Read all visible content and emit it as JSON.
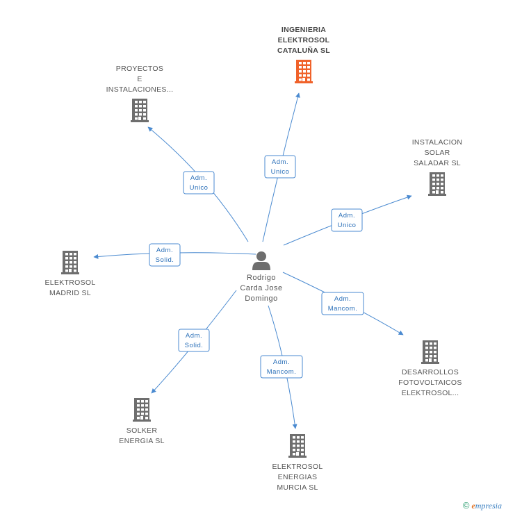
{
  "center": {
    "name_lines": [
      "Rodrigo",
      "Carda Jose",
      "Domingo"
    ],
    "icon": "person-icon"
  },
  "companies": [
    {
      "id": "ingenieria",
      "lines": [
        "INGENIERIA",
        "ELEKTROSOL",
        "CATALUÑA SL"
      ],
      "focus": true,
      "color": "#f0622a",
      "icon": "building-icon"
    },
    {
      "id": "proyectos",
      "lines": [
        "PROYECTOS",
        "E",
        "INSTALACIONES..."
      ],
      "focus": false,
      "color": "#6e6e6e",
      "icon": "building-icon"
    },
    {
      "id": "instalacion",
      "lines": [
        "INSTALACION",
        "SOLAR",
        "SALADAR SL"
      ],
      "focus": false,
      "color": "#6e6e6e",
      "icon": "building-icon"
    },
    {
      "id": "madrid",
      "lines": [
        "ELEKTROSOL",
        "MADRID SL"
      ],
      "focus": false,
      "color": "#6e6e6e",
      "icon": "building-icon"
    },
    {
      "id": "desarrollos",
      "lines": [
        "DESARROLLOS",
        "FOTOVOLTAICOS",
        "ELEKTROSOL..."
      ],
      "focus": false,
      "color": "#6e6e6e",
      "icon": "building-icon"
    },
    {
      "id": "solker",
      "lines": [
        "SOLKER",
        "ENERGIA SL"
      ],
      "focus": false,
      "color": "#6e6e6e",
      "icon": "building-icon"
    },
    {
      "id": "murcia",
      "lines": [
        "ELEKTROSOL",
        "ENERGIAS",
        "MURCIA SL"
      ],
      "focus": false,
      "color": "#6e6e6e",
      "icon": "building-icon"
    }
  ],
  "edges": [
    {
      "to": "ingenieria",
      "label_lines": [
        "Adm.",
        "Unico"
      ]
    },
    {
      "to": "proyectos",
      "label_lines": [
        "Adm.",
        "Unico"
      ]
    },
    {
      "to": "instalacion",
      "label_lines": [
        "Adm.",
        "Unico"
      ]
    },
    {
      "to": "madrid",
      "label_lines": [
        "Adm.",
        "Solid."
      ]
    },
    {
      "to": "desarrollos",
      "label_lines": [
        "Adm.",
        "Mancom."
      ]
    },
    {
      "to": "solker",
      "label_lines": [
        "Adm.",
        "Solid."
      ]
    },
    {
      "to": "murcia",
      "label_lines": [
        "Adm.",
        "Mancom."
      ]
    }
  ],
  "colors": {
    "edge": "#4a8ad0",
    "edge_text": "#2a6fb8",
    "node_text": "#555555",
    "person": "#6e6e6e"
  },
  "footer": {
    "copyright": "©",
    "brand_initial": "e",
    "brand_rest": "mpresia"
  }
}
